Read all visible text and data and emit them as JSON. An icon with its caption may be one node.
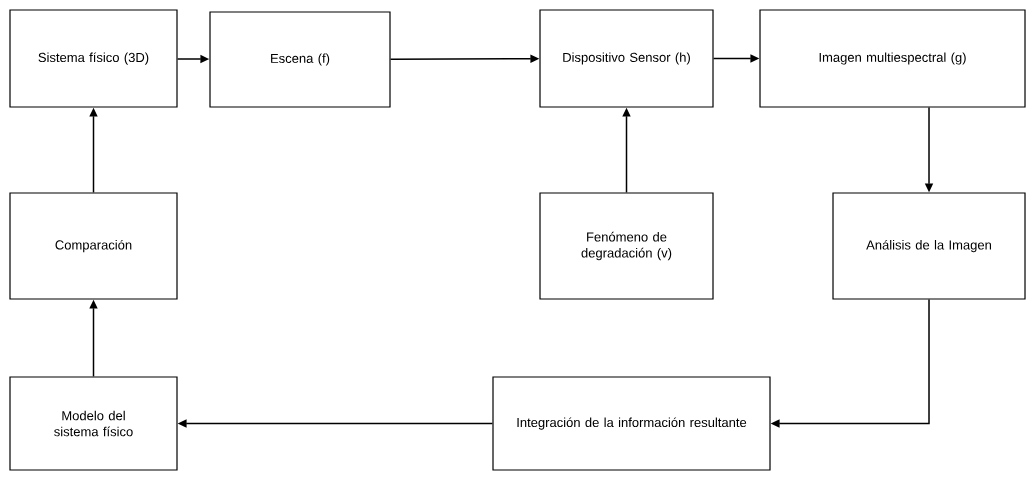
{
  "diagram": {
    "nodes": [
      {
        "text": [
          "Sistema físico (3D)"
        ]
      },
      {
        "text": [
          "Escena (f)"
        ]
      },
      {
        "text": [
          "Dispositivo Sensor (h)"
        ]
      },
      {
        "text": [
          "Imagen multiespectral (g)"
        ]
      },
      {
        "text": [
          "Comparación"
        ]
      },
      {
        "text": [
          "Fenómeno de degradación (v)"
        ]
      },
      {
        "text": [
          "Análisis de la Imagen"
        ]
      },
      {
        "text": [
          "Modelo del sistema físico"
        ]
      },
      {
        "text": [
          "Integración de la información resultante"
        ]
      }
    ],
    "edges": [
      {
        "from": 0,
        "to": 1,
        "arrow": "to"
      },
      {
        "from": 1,
        "to": 2,
        "arrow": "to"
      },
      {
        "from": 2,
        "to": 3,
        "arrow": "to"
      },
      {
        "from": 5,
        "to": 2,
        "arrow": "to"
      },
      {
        "from": 3,
        "to": 6,
        "arrow": "to"
      },
      {
        "from": 6,
        "to": 8,
        "arrow": "to"
      },
      {
        "from": 8,
        "to": 7,
        "arrow": "to"
      },
      {
        "from": 7,
        "to": 4,
        "arrow": "to"
      },
      {
        "from": 4,
        "to": 0,
        "arrow": "to"
      }
    ]
  }
}
